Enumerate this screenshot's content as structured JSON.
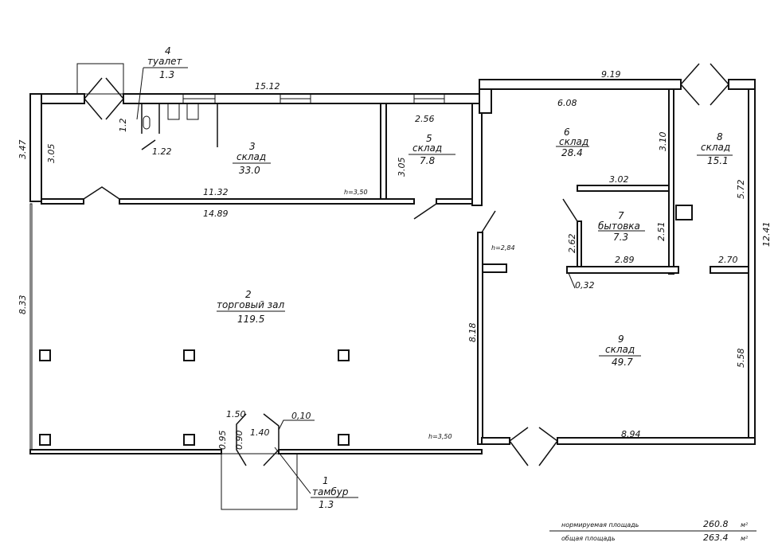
{
  "rooms": [
    {
      "number": "1",
      "name": "тамбур",
      "area": "1.3"
    },
    {
      "number": "2",
      "name": "торговый зал",
      "area": "119.5"
    },
    {
      "number": "3",
      "name": "склад",
      "area": "33.0"
    },
    {
      "number": "4",
      "name": "туалет",
      "area": "1.3"
    },
    {
      "number": "5",
      "name": "склад",
      "area": "7.8"
    },
    {
      "number": "6",
      "name": "склад",
      "area": "28.4"
    },
    {
      "number": "7",
      "name": "бытовка",
      "area": "7.3"
    },
    {
      "number": "8",
      "name": "склад",
      "area": "15.1"
    },
    {
      "number": "9",
      "name": "склад",
      "area": "49.7"
    }
  ],
  "dimensions": {
    "top_left": "15.12",
    "left_outer": "3.47",
    "room3_h": "3.05",
    "wc_h": "1.2",
    "wc_w": "1.22",
    "room3_w": "11.32",
    "hall_top": "14.89",
    "room5_w": "2.56",
    "room5_h": "3.05",
    "top_right": "9.19",
    "room6_w": "6.08",
    "room6_h": "3.10",
    "room7_top": "3.02",
    "room8_h": "5.72",
    "right_outer": "12.41",
    "room7_left": "2.62",
    "room7_right": "2.51",
    "room7_bottom": "2.89",
    "wall_270": "2.70",
    "wall_032": "0,32",
    "hall_left": "8.33",
    "hall_right": "8.18",
    "room9_h": "5.58",
    "room9_w": "8.94",
    "vest_top": "1.50",
    "vest_095": "0.95",
    "vest_090": "0.90",
    "vest_w": "1.40",
    "vest_010": "0,10",
    "h_room3": "h=3,50",
    "h_hall": "h=3,50",
    "h_right": "h=2,84"
  },
  "summary": {
    "norm_label": "нормируемая площадь",
    "norm_value": "260.8",
    "norm_unit": "м²",
    "total_label": "общая площадь",
    "total_value": "263.4",
    "total_unit": "м²"
  }
}
